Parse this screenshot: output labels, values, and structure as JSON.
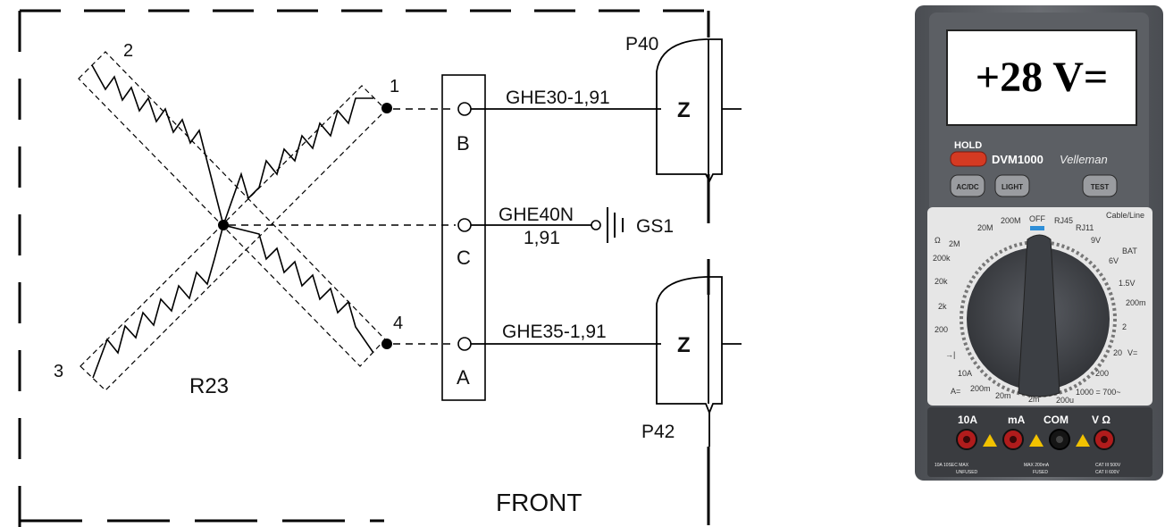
{
  "schematic": {
    "component": "R23",
    "pins": {
      "p1": "1",
      "p2": "2",
      "p3": "3",
      "p4": "4"
    },
    "connector_pins": {
      "b": "B",
      "c": "C",
      "a": "A"
    },
    "wires": {
      "b": "GHE30-1,91",
      "c_line1": "GHE40N",
      "c_line2": "1,91",
      "a": "GHE35-1,91"
    },
    "ground": "GS1",
    "connectors": {
      "top": {
        "label": "P40",
        "pin": "Z"
      },
      "bottom": {
        "label": "P42",
        "pin": "Z"
      }
    },
    "front_label": "FRONT"
  },
  "multimeter": {
    "display": "+28 V=",
    "hold_label": "HOLD",
    "model": "DVM1000",
    "brand": "Velleman",
    "buttons": {
      "acdc": "AC/DC",
      "light": "LIGHT",
      "test": "TEST"
    },
    "dial": {
      "off": "OFF",
      "rj45": "RJ45",
      "rj11": "RJ11",
      "cable_line": "Cable/Line",
      "v9": "9V",
      "bat": "BAT",
      "v6": "6V",
      "v15": "1.5V",
      "r200m": "200m",
      "r2": "2",
      "r20v": "20",
      "vdc": "V=",
      "r200": "200",
      "r1000": "1000 = 700~",
      "a200u": "200u",
      "a2m": "2m",
      "a20m": "20m",
      "a200m": "200m",
      "adc": "A=",
      "a10": "10A",
      "diode": "→|",
      "o200": "200",
      "o2k": "2k",
      "o20k": "20k",
      "o200k": "200k",
      "o2m": "2M",
      "ohm": "Ω",
      "o20m": "20M",
      "o200M": "200M"
    },
    "jacks": {
      "a10": "10A",
      "ma": "mA",
      "com": "COM",
      "vohm": "V Ω"
    },
    "fine_print": {
      "left": "10A 10SEC MAX",
      "left_sub": "UNFUSED",
      "mid": "MAX 200mA",
      "mid_sub": "FUSED",
      "right": "CAT III 500V",
      "right_sub": "CAT II 600V"
    }
  }
}
